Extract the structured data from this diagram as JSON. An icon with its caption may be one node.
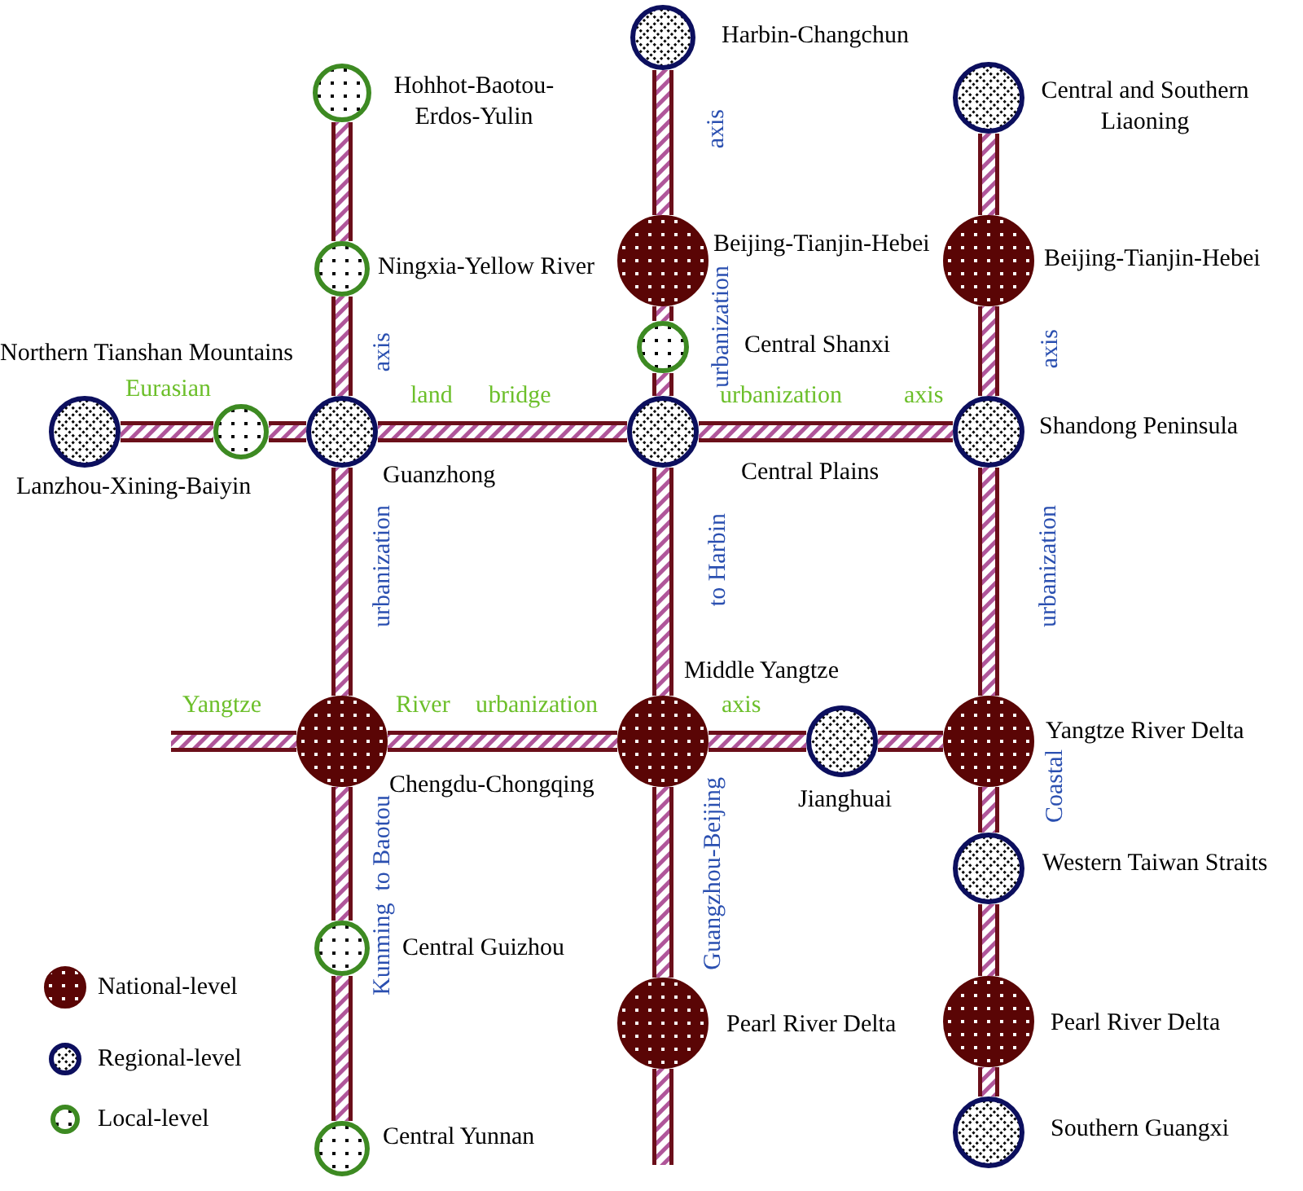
{
  "diagram": {
    "nodes": [
      {
        "text": [
          "Harbin-Changchun"
        ]
      },
      {
        "text": [
          "Hohhot-Baotou- Erdos-Yulin"
        ]
      },
      {
        "text": [
          "Central and Southern Liaoning"
        ]
      },
      {
        "text": [
          "Beijing-Tianjin-Hebei"
        ]
      },
      {
        "text": [
          "Beijing-Tianjin-Hebei"
        ]
      },
      {
        "text": [
          "Ningxia-Yellow River"
        ]
      },
      {
        "text": [
          "Central Shanxi"
        ]
      },
      {
        "text": [
          "Northern Tianshan Mountains"
        ]
      },
      {
        "text": [
          "Lanzhou-Xining-Baiyin"
        ]
      },
      {
        "text": [
          "Guanzhong"
        ]
      },
      {
        "text": [
          "Central Plains"
        ]
      },
      {
        "text": [
          "Shandong Peninsula"
        ]
      },
      {
        "text": [
          "Chengdu-Chongqing"
        ]
      },
      {
        "text": [
          "Middle Yangtze"
        ]
      },
      {
        "text": [
          "Jianghuai"
        ]
      },
      {
        "text": [
          "Yangtze River Delta"
        ]
      },
      {
        "text": [
          "Western Taiwan Straits"
        ]
      },
      {
        "text": [
          "Central Guizhou"
        ]
      },
      {
        "text": [
          "Pearl River Delta"
        ]
      },
      {
        "text": [
          "Pearl River Delta"
        ]
      },
      {
        "text": [
          "Southern Guangxi"
        ]
      },
      {
        "text": [
          "Central Yunnan"
        ]
      }
    ],
    "edges": [
      {
        "from": 1,
        "to": 5,
        "arrow": "none"
      },
      {
        "from": 5,
        "to": 9,
        "arrow": "none"
      },
      {
        "from": 9,
        "to": 12,
        "arrow": "none"
      },
      {
        "from": 12,
        "to": 17,
        "arrow": "none"
      },
      {
        "from": 17,
        "to": 21,
        "arrow": "none"
      },
      {
        "from": 7,
        "to": 8,
        "arrow": "none"
      },
      {
        "from": 8,
        "to": 9,
        "arrow": "none"
      },
      {
        "from": 9,
        "to": 10,
        "arrow": "none"
      },
      {
        "from": 10,
        "to": 11,
        "arrow": "none"
      },
      {
        "from": 0,
        "to": 3,
        "arrow": "none"
      },
      {
        "from": 3,
        "to": 6,
        "arrow": "none"
      },
      {
        "from": 6,
        "to": 10,
        "arrow": "none"
      },
      {
        "from": 10,
        "to": 13,
        "arrow": "none"
      },
      {
        "from": 13,
        "to": 18,
        "arrow": "none"
      },
      {
        "from": 18,
        "to": null,
        "arrow": "none"
      },
      {
        "from": 2,
        "to": 4,
        "arrow": "none"
      },
      {
        "from": 4,
        "to": 11,
        "arrow": "none"
      },
      {
        "from": 11,
        "to": 15,
        "arrow": "none"
      },
      {
        "from": 15,
        "to": 16,
        "arrow": "none"
      },
      {
        "from": 16,
        "to": 19,
        "arrow": "none"
      },
      {
        "from": 19,
        "to": 20,
        "arrow": "none"
      },
      {
        "from": null,
        "to": 12,
        "arrow": "none"
      },
      {
        "from": 12,
        "to": 13,
        "arrow": "none"
      },
      {
        "from": 13,
        "to": 14,
        "arrow": "none"
      },
      {
        "from": 14,
        "to": 15,
        "arrow": "none"
      }
    ],
    "labels": [
      "axis",
      "axis",
      "urbanization",
      "axis",
      "Eurasian",
      "land",
      "bridge",
      "urbanization",
      "axis",
      "urbanization",
      "to Harbin",
      "urbanization",
      "Yangtze",
      "River",
      "urbanization",
      "axis",
      "Coastal",
      "Kunming  to Baotou",
      "Guangzhou-Beijing"
    ],
    "legend": [
      {
        "text": "National-level"
      },
      {
        "text": "Regional-level"
      },
      {
        "text": "Local-level"
      }
    ]
  }
}
